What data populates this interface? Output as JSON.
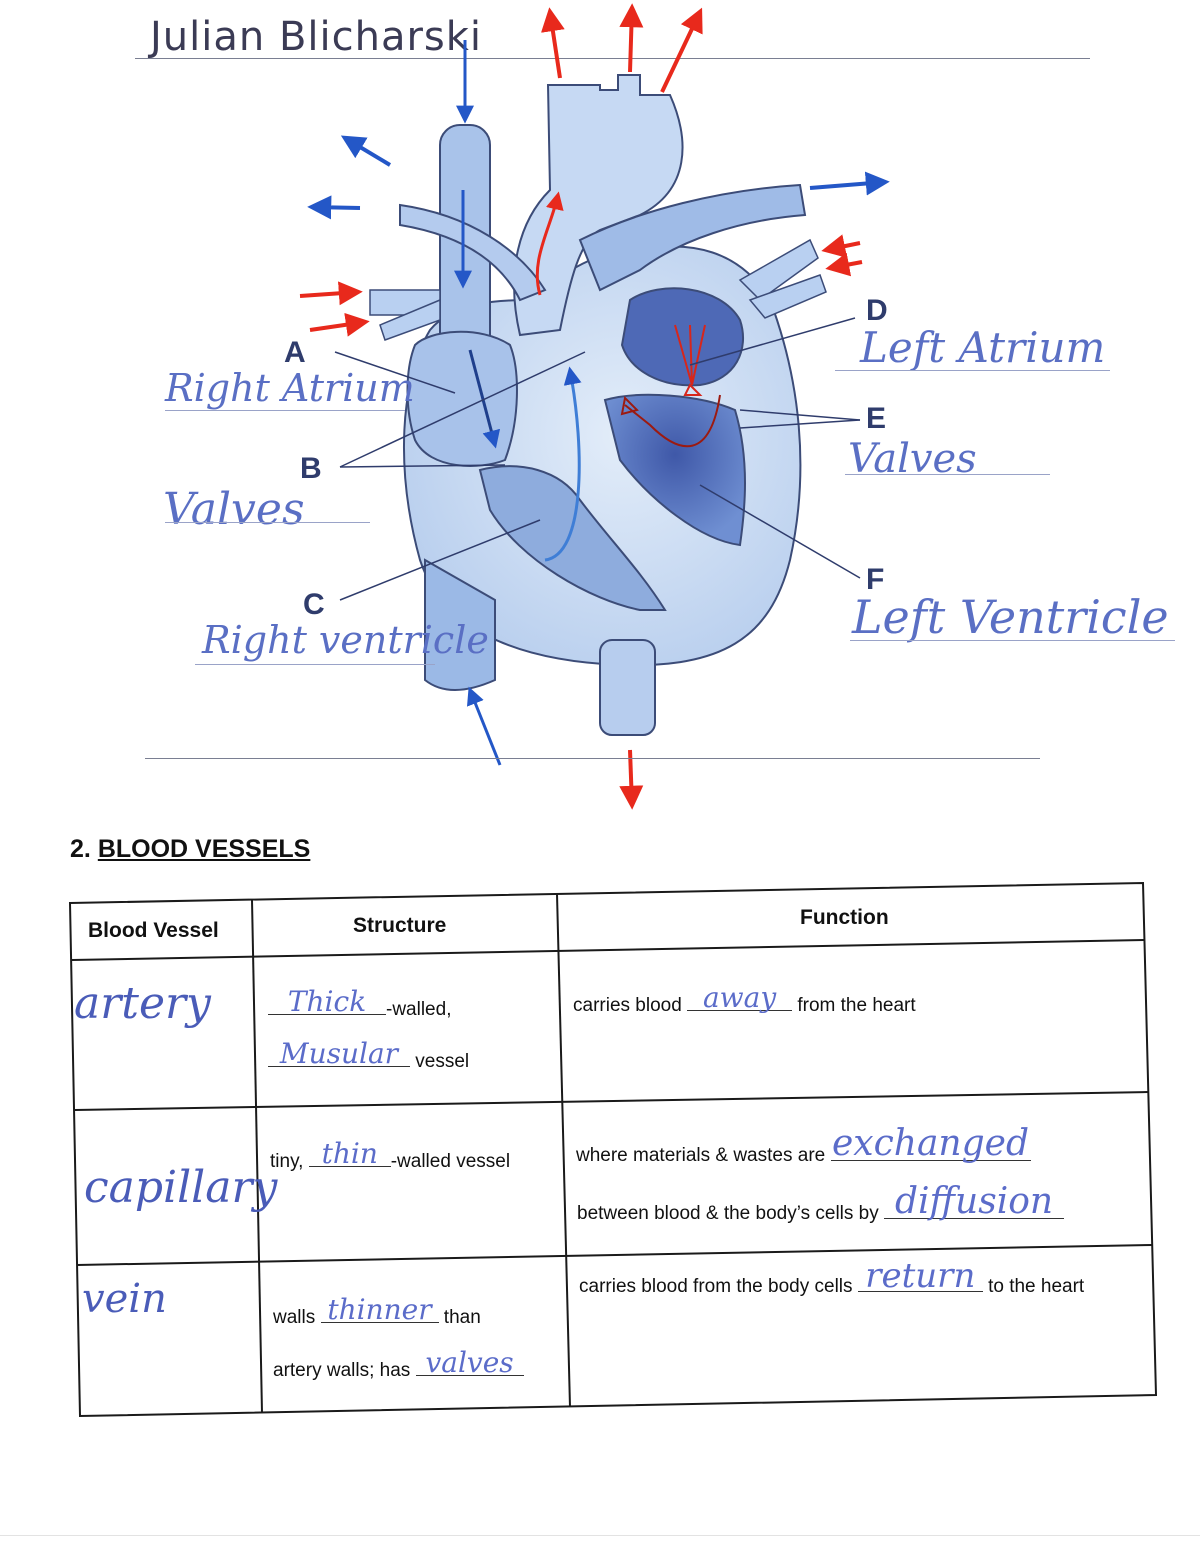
{
  "student_name": "Julian Blicharski",
  "diagram": {
    "letters": {
      "a": "A",
      "b": "B",
      "c": "C",
      "d": "D",
      "e": "E",
      "f": "F"
    },
    "answers": {
      "a": "Right Atrium",
      "b": "Valves",
      "c": "Right ventricle",
      "d": "Left Atrium",
      "e": "Valves",
      "f": "Left Ventricle"
    },
    "colors": {
      "heart_light": "#c7daf2",
      "heart_mid": "#8fb2e2",
      "heart_dark": "#4c68b8",
      "arrow_red": "#e8291c",
      "arrow_blue": "#2457c7"
    }
  },
  "section": {
    "number": "2.",
    "title": "BLOOD VESSELS"
  },
  "table": {
    "headers": {
      "vessel": "Blood Vessel",
      "structure": "Structure",
      "function": "Function"
    },
    "rows": [
      {
        "vessel": "artery",
        "structure": {
          "fill1": "Thick",
          "text1": "-walled,",
          "fill2": "Musular",
          "text2": "vessel"
        },
        "function": {
          "pre": "carries blood",
          "fill": "away",
          "post": "from the heart"
        }
      },
      {
        "vessel": "capillary",
        "structure": {
          "pre": "tiny,",
          "fill": "thin",
          "post": "-walled vessel"
        },
        "function": {
          "line1_pre": "where materials & wastes are",
          "fill1": "exchanged",
          "line2_pre": "between blood & the body’s cells by",
          "fill2": "diffusion"
        }
      },
      {
        "vessel": "vein",
        "structure": {
          "pre": "walls",
          "fill1": "thinner",
          "mid": "than",
          "line2_pre": "artery walls; has",
          "fill2": "valves"
        },
        "function": {
          "pre": "carries blood from the body cells",
          "fill": "return",
          "post": "to the heart"
        }
      }
    ]
  }
}
